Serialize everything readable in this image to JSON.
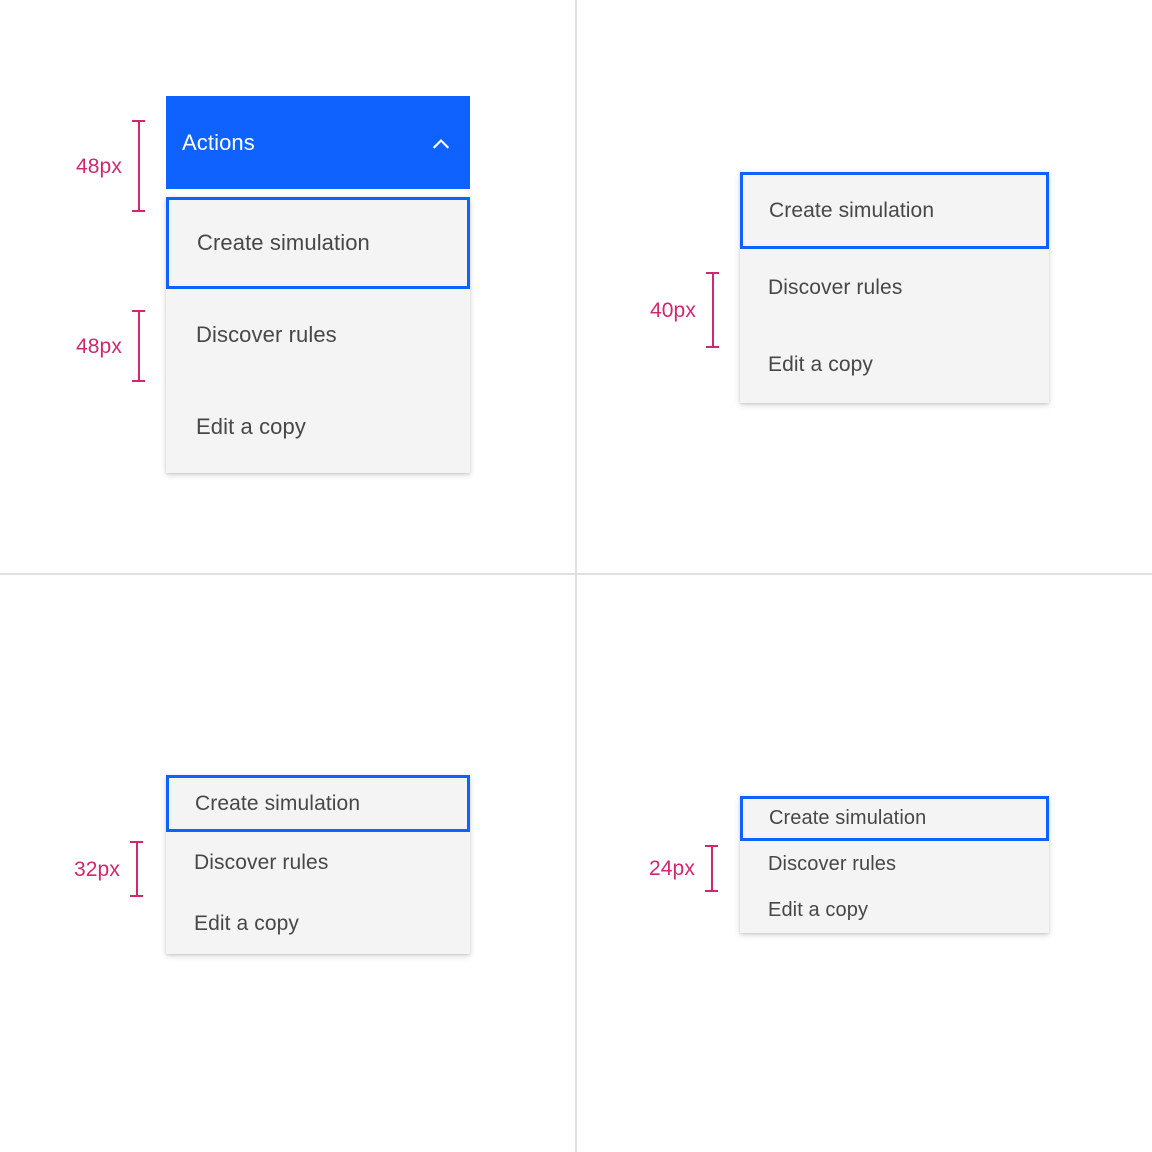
{
  "page": {
    "background_color": "#ffffff",
    "divider_color": "#e0e0e0",
    "accent_blue": "#0f62fe",
    "menu_background": "#f4f4f4",
    "menu_text_color": "#474747",
    "annotation_color": "#d12771"
  },
  "menu_items": {
    "create": "Create simulation",
    "discover": "Discover rules",
    "edit": "Edit a copy"
  },
  "variants": [
    {
      "key": "size_48",
      "size_label": "48px",
      "trigger": {
        "label": "Actions",
        "icon": "chevron-up-icon",
        "expanded": true
      },
      "items": [
        "Create simulation",
        "Discover rules",
        "Edit a copy"
      ],
      "focused_index": 0
    },
    {
      "key": "size_40",
      "size_label": "40px",
      "trigger": null,
      "items": [
        "Create simulation",
        "Discover rules",
        "Edit a copy"
      ],
      "focused_index": 0
    },
    {
      "key": "size_32",
      "size_label": "32px",
      "trigger": null,
      "items": [
        "Create simulation",
        "Discover rules",
        "Edit a copy"
      ],
      "focused_index": 0
    },
    {
      "key": "size_24",
      "size_label": "24px",
      "trigger": null,
      "items": [
        "Create simulation",
        "Discover rules",
        "Edit a copy"
      ],
      "focused_index": 0
    }
  ]
}
